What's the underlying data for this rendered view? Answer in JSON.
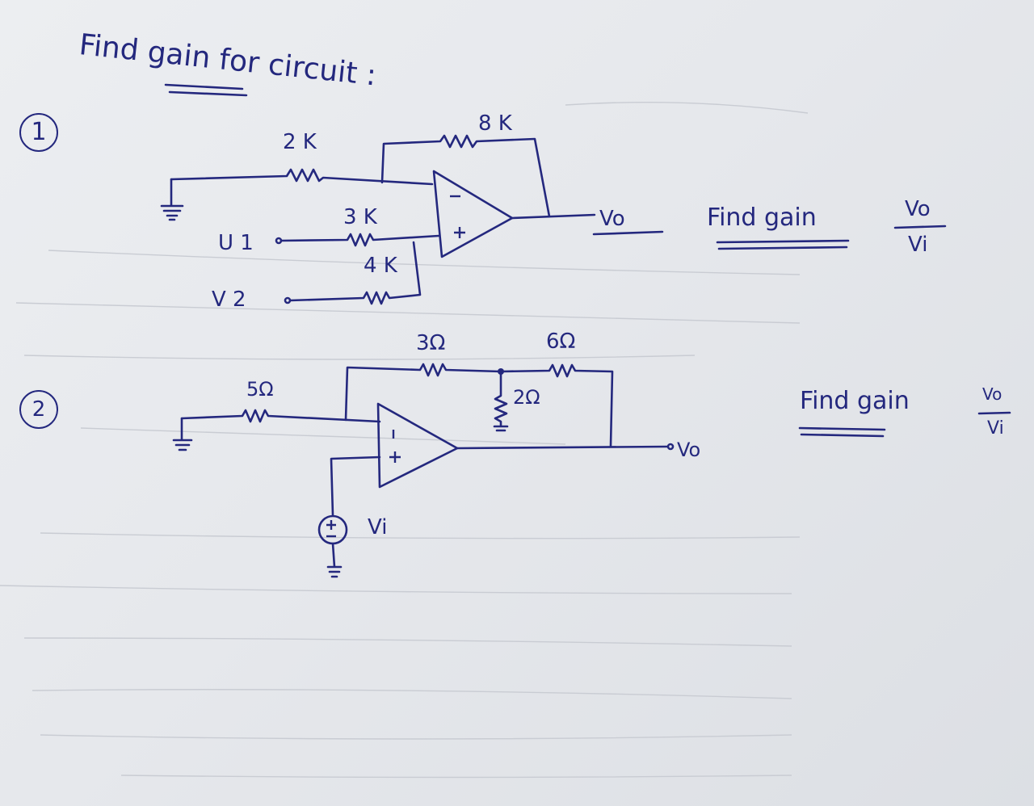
{
  "title": "Find gain for circuit :",
  "circuit1": {
    "number": "1",
    "r_feedback": "8 K",
    "r_input": "2 K",
    "r_v1": "3 K",
    "r_v2": "4 K",
    "in1": "U 1",
    "in2": "V 2",
    "out": "Vo",
    "task": "Find gain",
    "frac_num": "Vo",
    "frac_den": "Vi"
  },
  "circuit2": {
    "number": "2",
    "r_input": "5Ω",
    "r_feedback1": "3Ω",
    "r_feedback2": "6Ω",
    "r_shunt": "2Ω",
    "source": "Vi",
    "out": "Vo",
    "task": "Find gain",
    "frac_num": "Vo",
    "frac_den": "Vi"
  },
  "colors": {
    "ink": "#24287e",
    "paper": "#e8eaee"
  }
}
